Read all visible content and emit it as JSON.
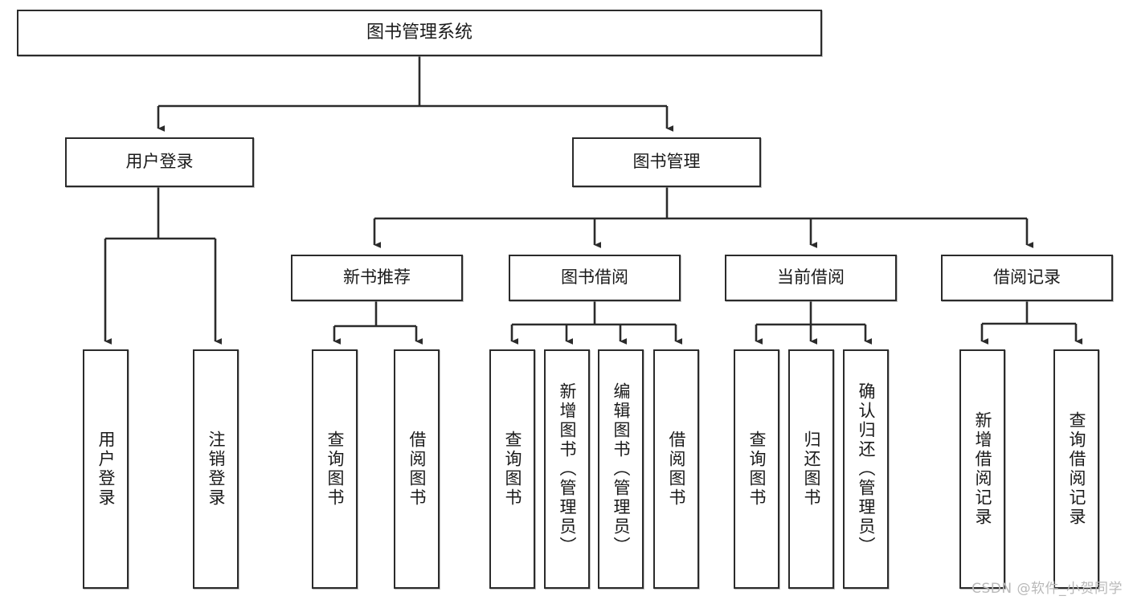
{
  "diagram": {
    "title": "图书管理系统",
    "type": "tree",
    "watermark": "CSDN @软件_小贺同学",
    "colors": {
      "node_border": "#2b2b2b",
      "node_fill": "#ffffff",
      "edge": "#2b2b2b",
      "text": "#1a1a1a",
      "watermark": "#b9b9b9",
      "background": "#ffffff"
    },
    "nodes": {
      "root": {
        "label": "图书管理系统"
      },
      "level2": [
        {
          "label": "用户登录"
        },
        {
          "label": "图书管理"
        }
      ],
      "level3": [
        {
          "label": "新书推荐"
        },
        {
          "label": "图书借阅"
        },
        {
          "label": "当前借阅"
        },
        {
          "label": "借阅记录"
        }
      ],
      "leaves": {
        "user_login": [
          {
            "label": "用户登录"
          },
          {
            "label": "注销登录"
          }
        ],
        "new_book_recommend": [
          {
            "label": "查询图书"
          },
          {
            "label": "借阅图书"
          }
        ],
        "book_borrow": [
          {
            "label": "查询图书"
          },
          {
            "label": "新增图书（管理员）"
          },
          {
            "label": "编辑图书（管理员）"
          },
          {
            "label": "借阅图书"
          }
        ],
        "current_borrow": [
          {
            "label": "查询图书"
          },
          {
            "label": "归还图书"
          },
          {
            "label": "确认归还（管理员）"
          }
        ],
        "borrow_record": [
          {
            "label": "新增借阅记录"
          },
          {
            "label": "查询借阅记录"
          }
        ]
      }
    }
  }
}
